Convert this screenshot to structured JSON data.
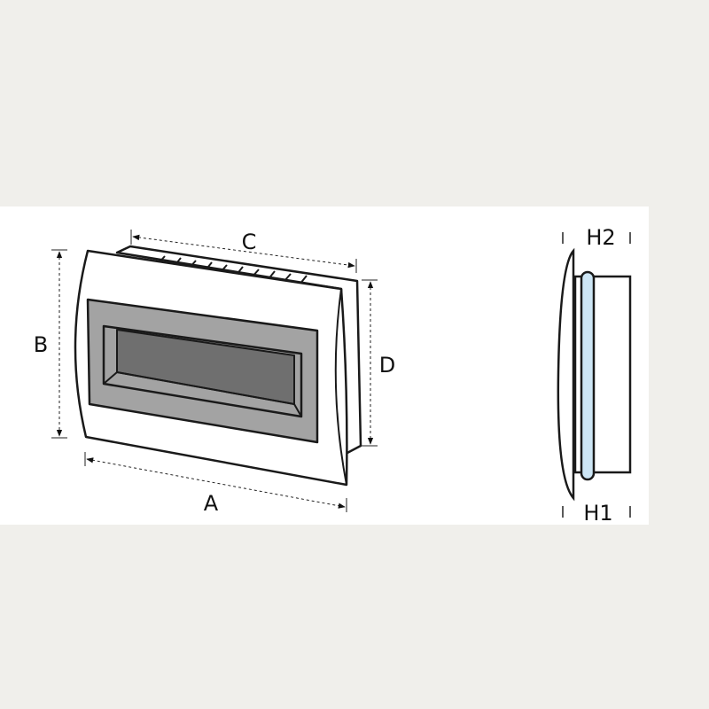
{
  "front_view": {
    "labels": {
      "a": "A",
      "b": "B",
      "c": "C",
      "d": "D"
    }
  },
  "side_view": {
    "labels": {
      "h1": "H1",
      "h2": "H2"
    }
  },
  "colors": {
    "background": "#f0efeb",
    "panel": "#ffffff",
    "frame_gray": "#a3a3a3",
    "window_dark": "#6f6f6f",
    "gasket_blue": "#cde6f5",
    "outline": "#1a1a1a"
  }
}
